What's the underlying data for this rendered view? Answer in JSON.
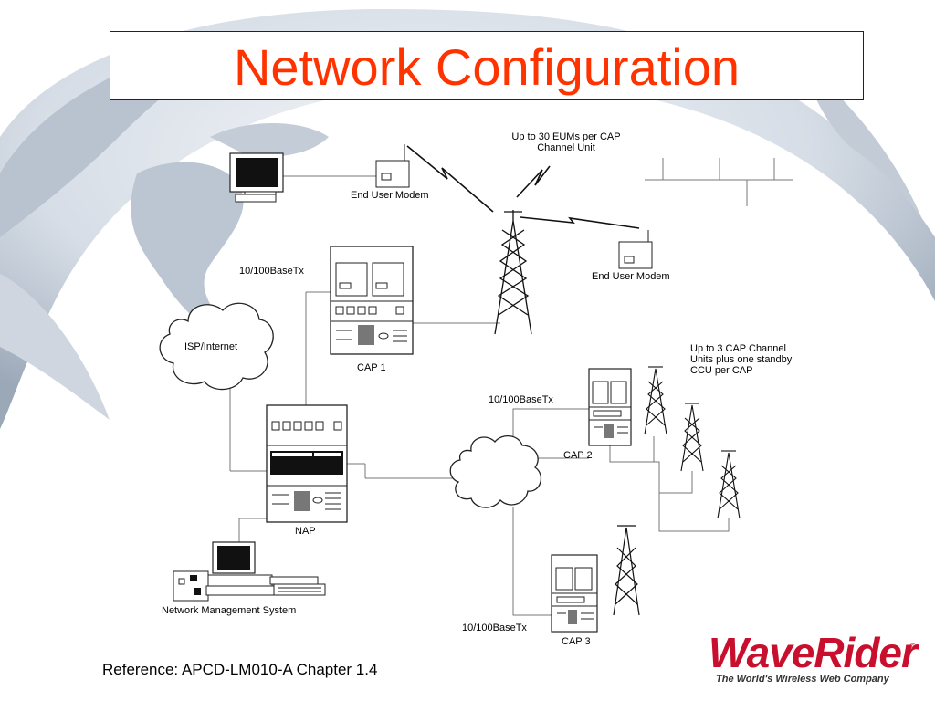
{
  "title": "Network Configuration",
  "labels": {
    "eums_note_line1": "Up to 30 EUMs per CAP",
    "eums_note_line2": "Channel Unit",
    "end_user_modem_1": "End User Modem",
    "end_user_modem_2": "End User Modem",
    "basetx_1": "10/100BaseTx",
    "basetx_2": "10/100BaseTx",
    "basetx_3": "10/100BaseTx",
    "isp_internet": "ISP/Internet",
    "cap1": "CAP 1",
    "cap2": "CAP 2",
    "cap3": "CAP 3",
    "nap": "NAP",
    "nms": "Network Management System",
    "cap_channel_note_line1": "Up to 3 CAP Channel",
    "cap_channel_note_line2": "Units plus one standby",
    "cap_channel_note_line3": "CCU per CAP"
  },
  "reference": "Reference: APCD-LM010-A Chapter 1.4",
  "logo": {
    "word": "WaveRider",
    "registered": "®",
    "tagline": "The World's Wireless Web Company"
  },
  "colors": {
    "title": "#ff3300",
    "logo": "#c8102e"
  }
}
